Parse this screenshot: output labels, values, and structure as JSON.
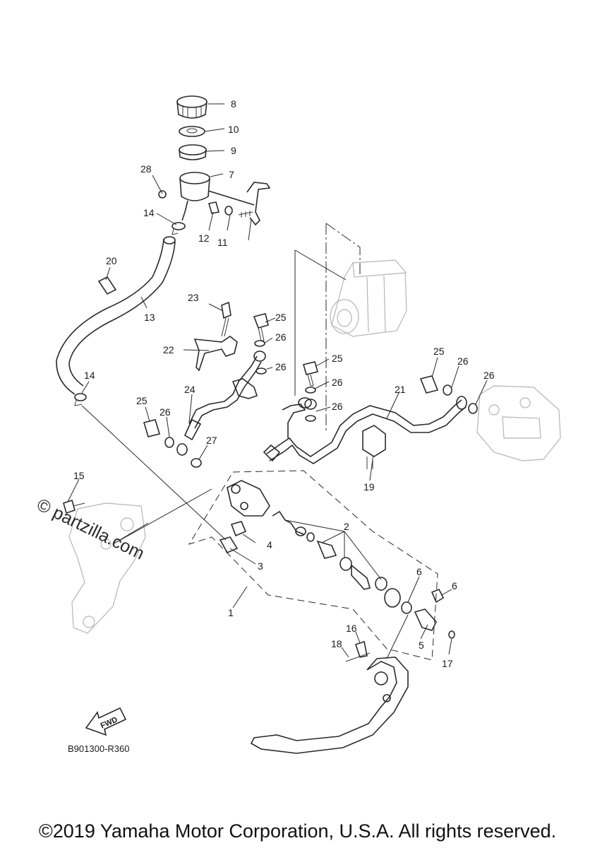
{
  "callouts": [
    "1",
    "2",
    "3",
    "4",
    "5",
    "6",
    "6",
    "7",
    "8",
    "9",
    "10",
    "11",
    "12",
    "13",
    "14",
    "14",
    "15",
    "16",
    "17",
    "18",
    "19",
    "20",
    "21",
    "22",
    "23",
    "24",
    "25",
    "25",
    "25",
    "25",
    "26",
    "26",
    "26",
    "26",
    "26",
    "26",
    "26",
    "27",
    "28"
  ],
  "drawing_code": "B901300-R360",
  "fwd_label": "FWD",
  "watermark": "© partzilla.com",
  "copyright": "©2019 Yamaha Motor Corporation, U.S.A. All rights reserved."
}
